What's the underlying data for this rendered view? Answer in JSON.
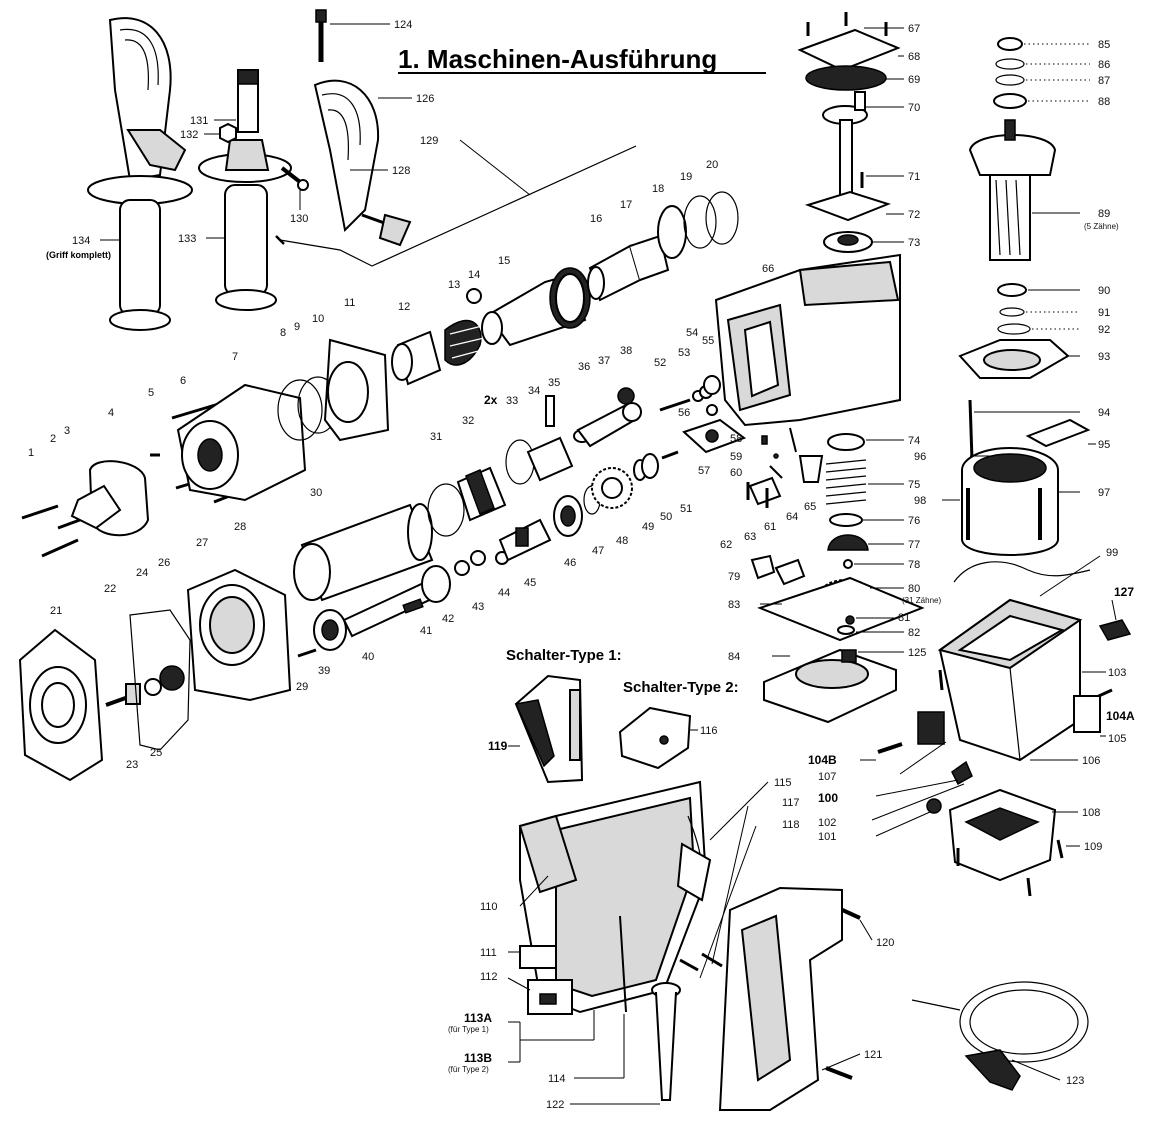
{
  "title": "1. Maschinen-Ausführung",
  "switch_type_1": "Schalter-Type 1:",
  "switch_type_2": "Schalter-Type 2:",
  "labels": {
    "l1": "1",
    "l2": "2",
    "l3": "3",
    "l4": "4",
    "l5": "5",
    "l6": "6",
    "l7": "7",
    "l8": "8",
    "l9": "9",
    "l10": "10",
    "l11": "11",
    "l12": "12",
    "l13": "13",
    "l14": "14",
    "l15": "15",
    "l16": "16",
    "l17": "17",
    "l18": "18",
    "l19": "19",
    "l20": "20",
    "l21": "21",
    "l22": "22",
    "l23": "23",
    "l24": "24",
    "l25": "25",
    "l26": "26",
    "l27": "27",
    "l28": "28",
    "l29": "29",
    "l30": "30",
    "l31": "31",
    "l32": "32",
    "l33": "33",
    "l33x": "2x",
    "l34": "34",
    "l35": "35",
    "l36": "36",
    "l37": "37",
    "l38": "38",
    "l39": "39",
    "l40": "40",
    "l41": "41",
    "l42": "42",
    "l43": "43",
    "l44": "44",
    "l45": "45",
    "l46": "46",
    "l47": "47",
    "l48": "48",
    "l49": "49",
    "l50": "50",
    "l51": "51",
    "l52": "52",
    "l53": "53",
    "l54": "54",
    "l55": "55",
    "l56": "56",
    "l57": "57",
    "l58": "58",
    "l59": "59",
    "l60": "60",
    "l61": "61",
    "l62": "62",
    "l63": "63",
    "l64": "64",
    "l65": "65",
    "l66": "66",
    "l67": "67",
    "l68": "68",
    "l69": "69",
    "l70": "70",
    "l71": "71",
    "l72": "72",
    "l73": "73",
    "l74": "74",
    "l75": "75",
    "l76": "76",
    "l77": "77",
    "l78": "78",
    "l79": "79",
    "l80": "80",
    "l80n": "(31 Zähne)",
    "l81": "81",
    "l82": "82",
    "l83": "83",
    "l84": "84",
    "l85": "85",
    "l86": "86",
    "l87": "87",
    "l88": "88",
    "l89": "89",
    "l89n": "(5 Zähne)",
    "l90": "90",
    "l91": "91",
    "l92": "92",
    "l93": "93",
    "l94": "94",
    "l95": "95",
    "l96": "96",
    "l97": "97",
    "l98": "98",
    "l99": "99",
    "l100": "100",
    "l101": "101",
    "l102": "102",
    "l103": "103",
    "l104A": "104A",
    "l104B": "104B",
    "l105": "105",
    "l106": "106",
    "l107": "107",
    "l108": "108",
    "l109": "109",
    "l110": "110",
    "l111": "111",
    "l112": "112",
    "l113A": "113A",
    "l113An": "(für Type 1)",
    "l113B": "113B",
    "l113Bn": "(für Type 2)",
    "l114": "114",
    "l115": "115",
    "l116": "116",
    "l117": "117",
    "l118": "118",
    "l119": "119",
    "l120": "120",
    "l121": "121",
    "l122": "122",
    "l123": "123",
    "l124": "124",
    "l125": "125",
    "l126": "126",
    "l127": "127",
    "l128": "128",
    "l129": "129",
    "l130": "130",
    "l131": "131",
    "l132": "132",
    "l133": "133",
    "l134": "134",
    "l134n": "(Griff komplett)"
  }
}
